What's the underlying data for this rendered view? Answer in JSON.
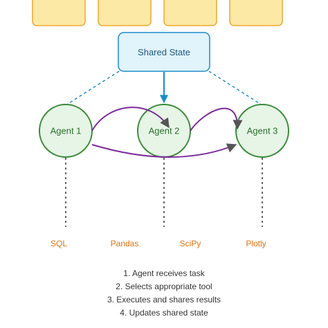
{
  "shared_state": {
    "label": "Shared State"
  },
  "agents": [
    {
      "label": "Agent 1"
    },
    {
      "label": "Agent 2"
    },
    {
      "label": "Agent 3"
    }
  ],
  "tools": [
    {
      "label": "SQL"
    },
    {
      "label": "Pandas"
    },
    {
      "label": "SciPy"
    },
    {
      "label": "Plotly"
    }
  ],
  "steps": [
    "1. Agent receives task",
    "2. Selects appropriate tool",
    "3. Executes and shares results",
    "4. Updates shared state"
  ],
  "colors": {
    "top_box_fill": "#fde9a6",
    "top_box_stroke": "#f0a830",
    "state_fill": "#e1f3fb",
    "state_stroke": "#1a8ccc",
    "state_text": "#1a5a80",
    "agent_fill": "#e6f5e6",
    "agent_stroke": "#3a8a3a",
    "agent_text": "#2e6e2e",
    "handoff_arrow": "#7a2a9a",
    "tool_text": "#e07010",
    "step_text": "#333333"
  }
}
